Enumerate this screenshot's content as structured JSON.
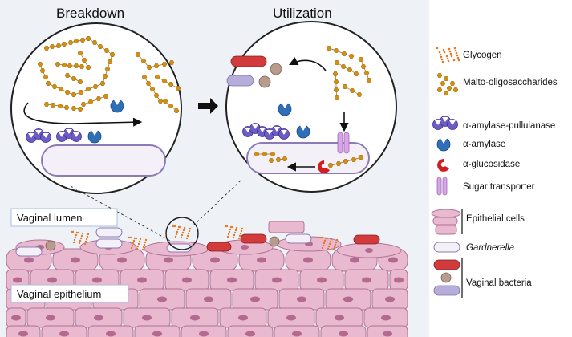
{
  "panels": {
    "breakdown_title": "Breakdown",
    "utilization_title": "Utilization"
  },
  "regions": {
    "lumen_label": "Vaginal lumen",
    "epithelium_label": "Vaginal epithelium"
  },
  "legend": {
    "glycogen": "Glycogen",
    "malto": "Malto-oligosaccharides",
    "amylase_pullulanase": "α-amylase-pullulanase",
    "amylase": "α-amylase",
    "glucosidase": "α-glucosidase",
    "transporter": "Sugar transporter",
    "epithelial_cells": "Epithelial cells",
    "gardnerella": "Gardnerella",
    "vaginal_bacteria": "Vaginal bacteria"
  },
  "colors": {
    "panel_bg": "#eef2f7",
    "circle_stroke": "#222222",
    "cell_body": "#e9b9cf",
    "cell_stroke": "#b07395",
    "nucleus": "#b36a8e",
    "gardnerella_fill": "#f4f0f7",
    "gardnerella_stroke": "#8c7bb5",
    "sugar": "#d38f0f",
    "amylase_pullulanase": "#6c5cc4",
    "amylase": "#2f6fb7",
    "glucosidase": "#d11f1f",
    "transporter": "#d8a6e6",
    "rod_bacterium": "#d23b3b",
    "cocci": "#b79c8e",
    "lilac_bacterium": "#b7addb"
  }
}
